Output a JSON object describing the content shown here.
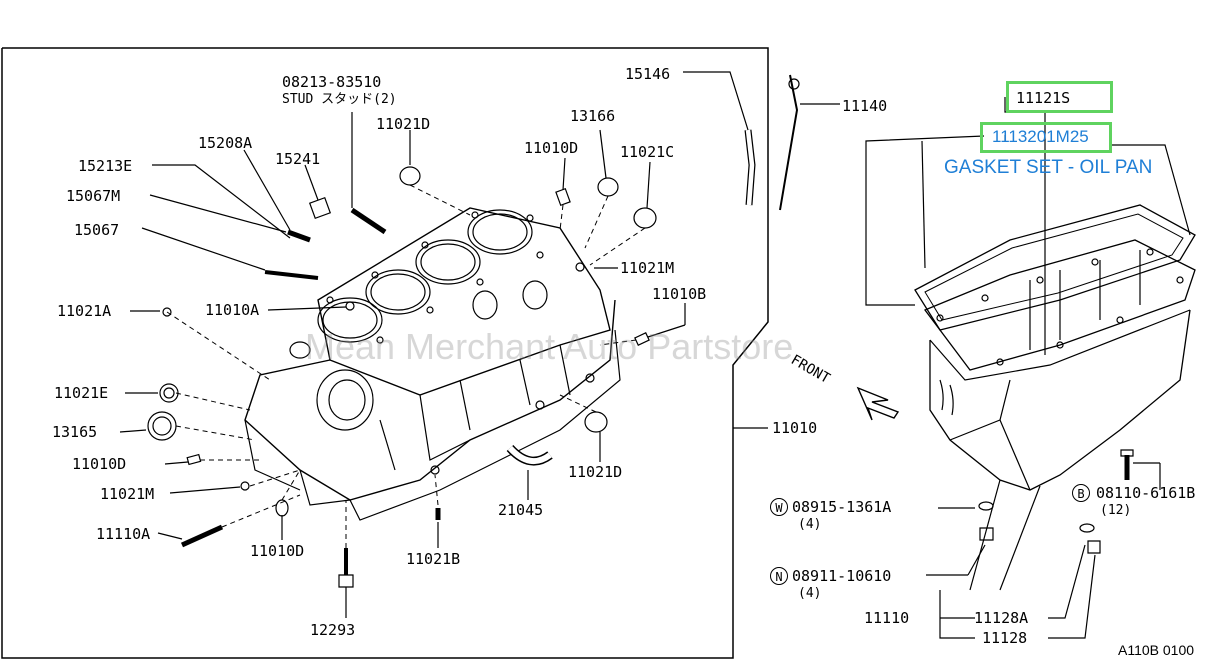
{
  "labels": {
    "stud_no": "08213-83510",
    "stud_desc": "STUD スタッド(2)",
    "p11021D_top": "11021D",
    "p13166": "13166",
    "p11010D_top": "11010D",
    "p11021C": "11021C",
    "p15146": "15146",
    "p11140": "11140",
    "p15208A": "15208A",
    "p15241": "15241",
    "p15213E": "15213E",
    "p15067M": "15067M",
    "p15067": "15067",
    "p11021M_top": "11021M",
    "p11010B": "11010B",
    "p11021A": "11021A",
    "p11010A": "11010A",
    "p11021E": "11021E",
    "p13165": "13165",
    "p11010D_mid": "11010D",
    "p11021M_bot": "11021M",
    "p11110A": "11110A",
    "p11010D_bot": "11010D",
    "p12293": "12293",
    "p11021B": "11021B",
    "p21045": "21045",
    "p11021D_bot": "11021D",
    "p11010": "11010",
    "p11121S": "11121S",
    "p11132": "1113201M25",
    "gasket_desc": "GASKET SET - OIL PAN",
    "front": "FRONT",
    "washer_no": "08915-1361A",
    "washer_qty": "(4)",
    "nut_no": "08911-10610",
    "nut_qty": "(4)",
    "bolt_no": "08110-6161B",
    "bolt_qty": "(12)",
    "p11110": "11110",
    "p11128A": "11128A",
    "p11128": "11128",
    "diagram_id": "A110B 0100",
    "circle_w": "W",
    "circle_n": "N",
    "circle_b": "B",
    "watermark": "Mean Merchant Auto Partstore"
  },
  "colors": {
    "highlight_box": "#5fd35f",
    "highlight_text": "#1f7fd6"
  }
}
